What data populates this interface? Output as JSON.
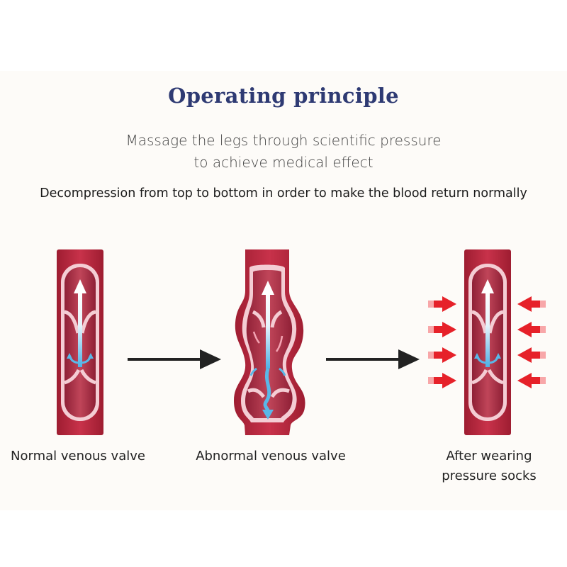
{
  "title": "Operating principle",
  "subtitle_line1": "Massage the legs through scientific pressure",
  "subtitle_line2": "to achieve medical effect",
  "description": "Decompression from top to bottom in order to make the blood return normally",
  "panels": [
    {
      "caption": "Normal venous valve"
    },
    {
      "caption": "Abnormal venous valve"
    },
    {
      "caption_line1": "After wearing",
      "caption_line2": "pressure socks"
    }
  ],
  "colors": {
    "title": "#2e3a73",
    "vein_outer": "#b8243a",
    "vein_inner": "#a3293f",
    "vein_lining": "#f2c8cf",
    "blood_flow": "#59b8e8",
    "arrow_black": "#222222",
    "pressure_arrow": "#e62129"
  }
}
